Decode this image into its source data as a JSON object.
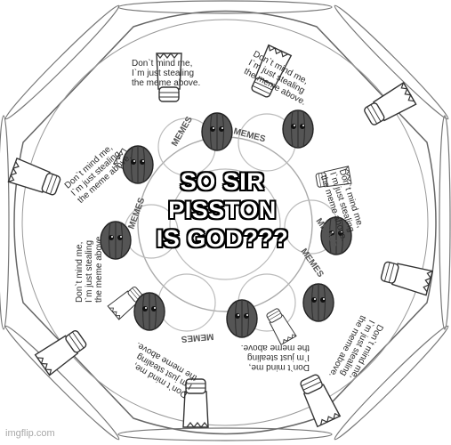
{
  "meme": {
    "headline_lines": [
      "SO SIR",
      "PISSTON",
      "IS GOD???"
    ],
    "caption_lines": [
      "Don`t mind me,",
      "I`m just stealing",
      "the meme above."
    ],
    "emblem_text": "MEMES",
    "watermark": "imgflip.com"
  }
}
